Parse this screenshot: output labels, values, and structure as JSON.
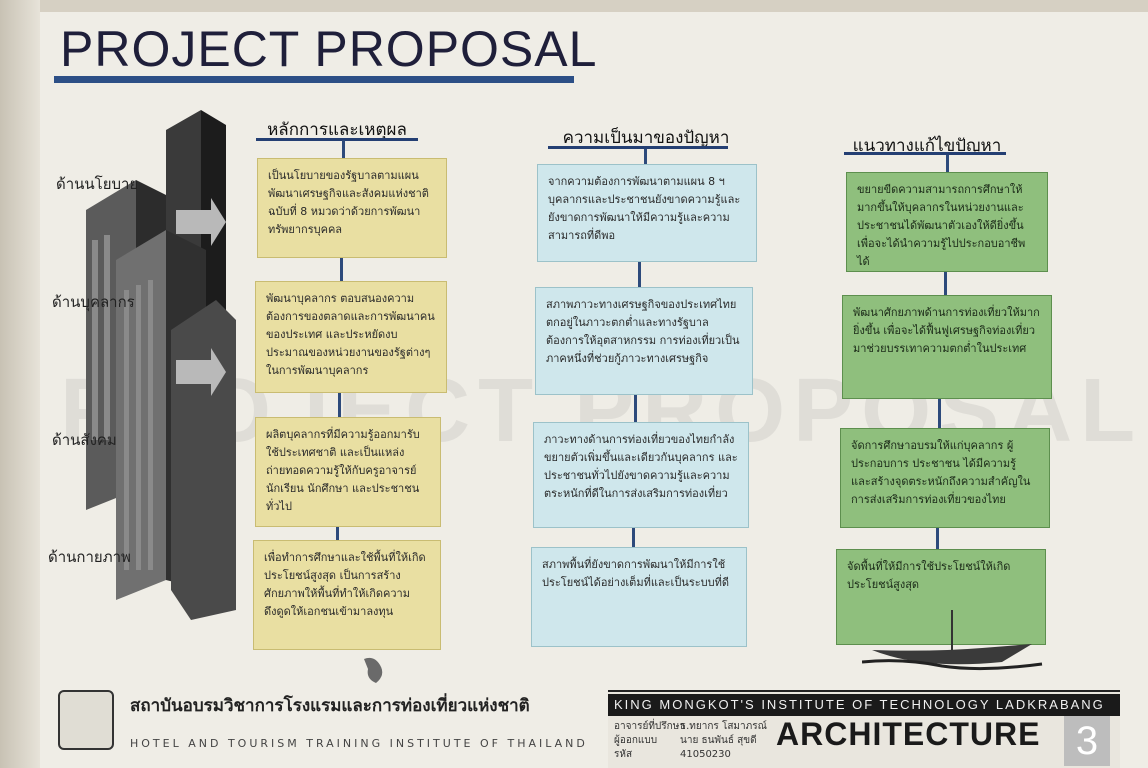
{
  "title": "PROJECT PROPOSAL",
  "watermark": "PROJECT PROPOSAL",
  "row_labels": [
    "ด้านนโยบาย",
    "ด้านบุคลากร",
    "ด้านสังคม",
    "ด้านกายภาพ"
  ],
  "columns": [
    {
      "heading": "หลักการและเหตุผล",
      "color": "#e9dfa2",
      "boxes": [
        "เป็นนโยบายของรัฐบาลตามแผนพัฒนาเศรษฐกิจและสังคมแห่งชาติ ฉบับที่ 8 หมวดว่าด้วยการพัฒนาทรัพยากรบุคคล",
        "พัฒนาบุคลากร ตอบสนองความต้องการของตลาดและการพัฒนาคนของประเทศ และประหยัดงบประมาณของหน่วยงานของรัฐต่างๆ ในการพัฒนาบุคลากร",
        "ผลิตบุคลากรที่มีความรู้ออกมารับใช้ประเทศชาติ และเป็นแหล่งถ่ายทอดความรู้ให้กับครูอาจารย์ นักเรียน นักศึกษา และประชาชนทั่วไป",
        "เพื่อทำการศึกษาและใช้พื้นที่ให้เกิดประโยชน์สูงสุด เป็นการสร้างศักยภาพให้พื้นที่ทำให้เกิดความดึงดูดให้เอกชนเข้ามาลงทุน"
      ]
    },
    {
      "heading": "ความเป็นมาของปัญหา",
      "color": "#cfe7ec",
      "boxes": [
        "จากความต้องการพัฒนาตามแผน 8 ฯ บุคลากรและประชาชนยังขาดความรู้และยังขาดการพัฒนาให้มีความรู้และความสามารถที่ดีพอ",
        "สภาพภาวะทางเศรษฐกิจของประเทศไทยตกอยู่ในภาวะตกต่ำและทางรัฐบาลต้องการให้อุตสาหกรรม การท่องเที่ยวเป็นภาคหนึ่งที่ช่วยกู้ภาวะทางเศรษฐกิจ",
        "ภาวะทางด้านการท่องเที่ยวของไทยกำลังขยายตัวเพิ่มขึ้นและเดียวกันบุคลากร และประชาชนทั่วไปยังขาดความรู้และความตระหนักที่ดีในการส่งเสริมการท่องเที่ยว",
        "สภาพพื้นที่ยังขาดการพัฒนาให้มีการใช้ประโยชน์ได้อย่างเต็มที่และเป็นระบบที่ดี"
      ]
    },
    {
      "heading": "แนวทางแก้ไขปัญหา",
      "color": "#8fbf7d",
      "boxes": [
        "ขยายขีดความสามารถการศึกษาให้มากขึ้นให้บุคลากรในหน่วยงานและประชาชนได้พัฒนาตัวเองให้ดียิ่งขึ้น เพื่อจะได้นำความรู้ไปประกอบอาชีพได้",
        "พัฒนาศักยภาพด้านการท่องเที่ยวให้มากยิ่งขึ้น เพื่อจะได้ฟื้นฟูเศรษฐกิจท่องเที่ยวมาช่วยบรรเทาความตกต่ำในประเทศ",
        "จัดการศึกษาอบรมให้แก่บุคลากร ผู้ประกอบการ ประชาชน ได้มีความรู้ และสร้างจุดตระหนักถึงความสำคัญในการส่งเสริมการท่องเที่ยวของไทย",
        "จัดพื้นที่ให้มีการใช้ประโยชน์ให้เกิดประโยชน์สูงสุด"
      ]
    }
  ],
  "footer": {
    "institute_thai": "สถาบันอบรมวิชาการโรงแรมและการท่องเที่ยวแห่งชาติ",
    "institute_eng": "HOTEL AND TOURISM TRAINING INSTITUTE OF THAILAND",
    "university": "KING MONGKOT'S INSTITUTE OF TECHNOLOGY LADKRABANG",
    "meta_left": [
      "อาจารย์ที่ปรึกษา",
      "ผู้ออกแบบ",
      "รหัส"
    ],
    "meta_right": [
      "ธ.ทยากร โสมาภรณ์",
      "นาย ธนพันธ์ สุขดี",
      "41050230"
    ],
    "faculty": "ARCHITECTURE",
    "sheet_number": "3"
  }
}
